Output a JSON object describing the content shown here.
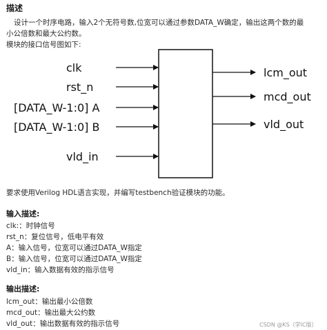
{
  "title": "描述",
  "intro": {
    "line1": "设计一个时序电路，输入2个无符号数,位宽可以通过参数DATA_W确定，输出这两个数的最",
    "line2": "小公倍数和最大公约数。",
    "line3": "模块的接口信号图如下:"
  },
  "diagram": {
    "inputs": [
      "clk",
      "rst_n",
      "[DATA_W-1:0] A",
      "[DATA_W-1:0] B",
      "vld_in"
    ],
    "outputs": [
      "lcm_out",
      "mcd_out",
      "vld_out"
    ]
  },
  "requirement": "要求使用Verilog HDL语言实现，并编写testbench验证模块的功能。",
  "input_section": {
    "heading": "输入描述:",
    "items": [
      "clk:：时钟信号",
      "rst_n：复位信号，低电平有效",
      "A：输入信号，位宽可以通过DATA_W指定",
      "B：输入信号，位宽可以通过DATA_W指定",
      "vld_in：输入数据有效的指示信号"
    ]
  },
  "output_section": {
    "heading": "输出描述:",
    "items": [
      "lcm_out：输出最小公倍数",
      "mcd_out：输出最大公约数",
      "vld_out：输出数据有效的指示信号"
    ]
  },
  "watermark": "CSDN @KS（学IC版）"
}
